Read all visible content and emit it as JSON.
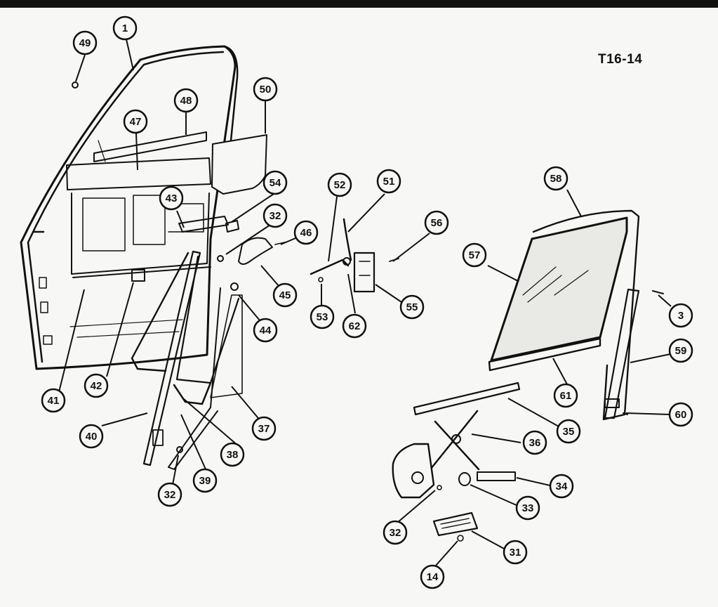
{
  "figure_code": "T16-14",
  "callout_labels": [
    "1",
    "49",
    "48",
    "47",
    "50",
    "54",
    "43",
    "32",
    "46",
    "45",
    "44",
    "52",
    "51",
    "56",
    "53",
    "62",
    "55",
    "58",
    "57",
    "3",
    "59",
    "61",
    "60",
    "35",
    "36",
    "34",
    "33",
    "32",
    "31",
    "14",
    "41",
    "42",
    "40",
    "38",
    "37",
    "39",
    "32"
  ],
  "colors": {
    "ink": "#111111",
    "paper": "#f7f7f5",
    "glass": "#e9e9e6"
  }
}
